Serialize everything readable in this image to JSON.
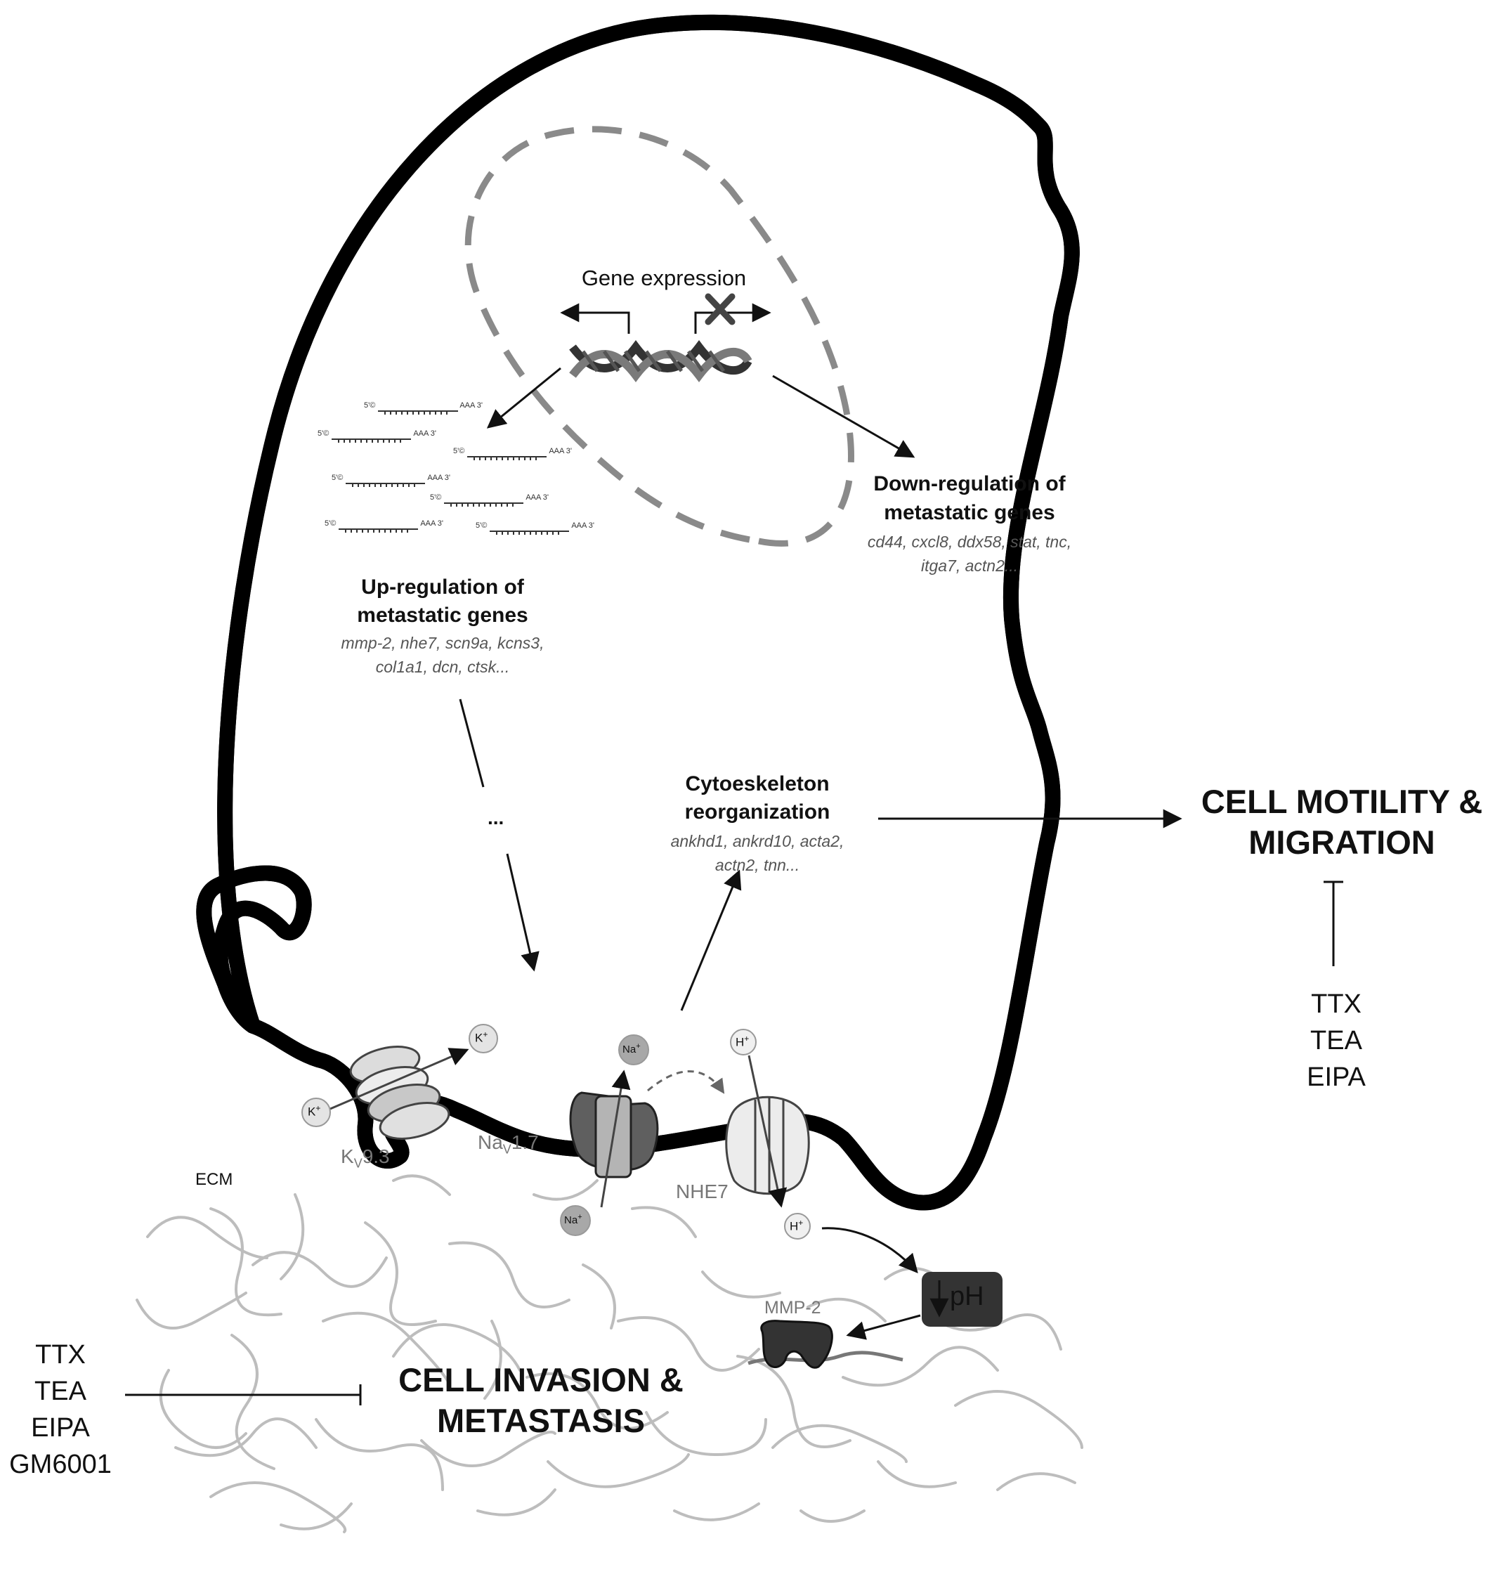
{
  "nucleus": {
    "gene_expression": "Gene expression"
  },
  "upregulation": {
    "title_line1": "Up-regulation of",
    "title_line2": "metastatic genes",
    "genes_line1": "mmp-2, nhe7, scn9a, kcns3,",
    "genes_line2": "col1a1, dcn, ctsk..."
  },
  "downregulation": {
    "title_line1": "Down-regulation of",
    "title_line2": "metastatic genes",
    "genes_line1": "cd44, cxcl8, ddx58, stat, tnc,",
    "genes_line2": "itga7, actn2..."
  },
  "cytoskeleton": {
    "title_line1": "Cytoeskeleton",
    "title_line2": "reorganization",
    "genes_line1": "ankhd1, ankrd10, acta2,",
    "genes_line2": "actn2, tnn..."
  },
  "ellipsis": "...",
  "mrna": {
    "five_prime": "5'",
    "cap": "©",
    "polyA": "AAA",
    "three_prime": "3'"
  },
  "outcomes": {
    "motility_line1": "CELL MOTILITY &",
    "motility_line2": "MIGRATION",
    "invasion_line1": "CELL INVASION &",
    "invasion_line2": "METASTASIS"
  },
  "inhibitors_motility": [
    "TTX",
    "TEA",
    "EIPA"
  ],
  "inhibitors_invasion": [
    "TTX",
    "TEA",
    "EIPA",
    "GM6001"
  ],
  "channels": {
    "kv": {
      "name": "K",
      "sub": "V",
      "suffix": "9.3"
    },
    "nav": {
      "name": "Na",
      "sub": "V",
      "suffix": "1.7"
    },
    "nhe": "NHE7"
  },
  "ions": {
    "k": "K",
    "k_charge": "+",
    "na": "Na",
    "na_charge": "+",
    "h": "H",
    "h_charge": "+"
  },
  "ecm": "ECM",
  "mmp": "MMP-2",
  "ph": "pH",
  "colors": {
    "membrane_outer": "#000000",
    "membrane_inner": "#e8e8e8",
    "nucleus": "#8a8a8a",
    "fiber": "#bdbdbd",
    "dark_box": "#333333"
  }
}
